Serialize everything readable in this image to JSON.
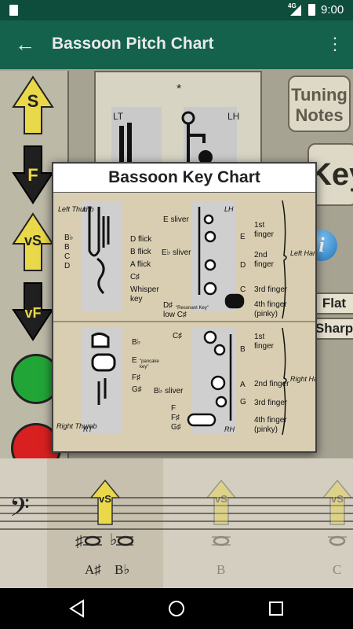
{
  "status_bar": {
    "time": "9:00",
    "network": "4G"
  },
  "app_bar": {
    "title": "Bassoon Pitch Chart"
  },
  "left_buttons": [
    {
      "letter": "S",
      "direction": "up"
    },
    {
      "letter": "F",
      "direction": "down"
    },
    {
      "letter": "vS",
      "direction": "up"
    },
    {
      "letter": "vF",
      "direction": "down"
    }
  ],
  "middle_panel": {
    "mark": "*",
    "lt_label": "LT",
    "lh_label": "LH"
  },
  "right_panel": {
    "tuning_line1": "Tuning",
    "tuning_line2": "Notes",
    "key_label": "Key",
    "info": "i",
    "flat": "Flat",
    "sharp": "Sharp"
  },
  "dialog": {
    "title": "Bassoon Key Chart",
    "lt_label": "LT",
    "lh_label": "LH",
    "rt_label": "RT",
    "rh_label": "RH",
    "left_thumb": "Left Thumb",
    "right_thumb": "Right Thumb",
    "left_hand": "Left Hand",
    "right_hand": "Right Hand",
    "lt_keys": [
      "B♭",
      "B",
      "C",
      "D"
    ],
    "lt_flicks": [
      "D flick",
      "B flick",
      "A flick",
      "C♯",
      "Whisper",
      "key"
    ],
    "lh_keys": [
      "E sliver",
      "E♭ sliver",
      "D♯",
      "low C♯"
    ],
    "resonant_key": "\"Resonant Key\"",
    "lh_notes": [
      "E",
      "D",
      "C"
    ],
    "lh_fingers": [
      "1st",
      "finger",
      "2nd",
      "finger",
      "3rd finger",
      "4th finger",
      "(pinky)"
    ],
    "rt_keys": [
      "B♭",
      "E",
      "\"pancake",
      "key\"",
      "F♯",
      "G♯"
    ],
    "rh_keys": [
      "C♯",
      "B♭ sliver",
      "F",
      "F♯",
      "G♯"
    ],
    "rh_notes": [
      "B",
      "A",
      "G"
    ],
    "rh_fingers": [
      "1st",
      "finger",
      "2nd finger",
      "3rd finger",
      "4th finger",
      "(pinky)"
    ]
  },
  "staff": {
    "notes": [
      {
        "label": "vS",
        "names": [
          "A♯",
          "B♭"
        ],
        "active": true
      },
      {
        "label": "vS",
        "names": [
          "B"
        ],
        "active": false
      },
      {
        "label": "vS",
        "names": [
          "C"
        ],
        "active": false
      }
    ]
  },
  "colors": {
    "status_bar": "#0e4d3c",
    "app_bar": "#14624c",
    "arrow_yellow": "#e8d84a",
    "green_button": "#22a537",
    "red_button": "#d82020",
    "chart_bg": "#d9ceb1"
  }
}
